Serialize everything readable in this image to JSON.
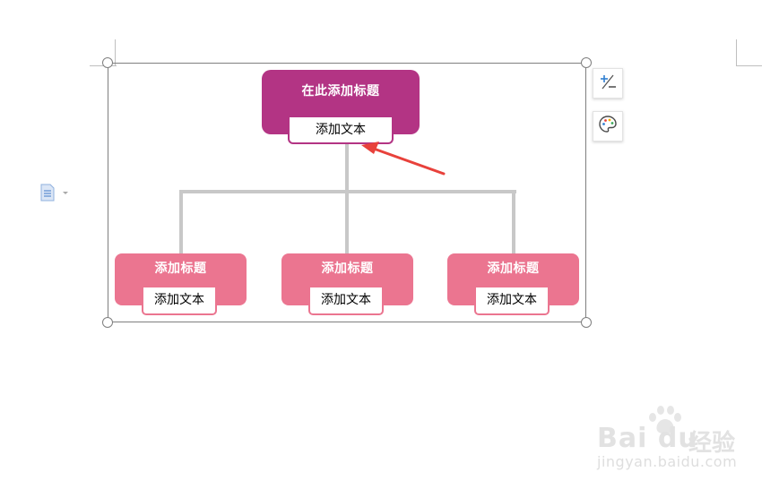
{
  "smartart": {
    "root": {
      "title": "在此添加标题",
      "text": "添加文本"
    },
    "children": [
      {
        "title": "添加标题",
        "text": "添加文本"
      },
      {
        "title": "添加标题",
        "text": "添加文本"
      },
      {
        "title": "添加标题",
        "text": "添加文本"
      }
    ]
  },
  "toolbar": {
    "layout_icon": "add-remove-shape-icon",
    "style_icon": "palette-icon"
  },
  "annotation": {
    "arrow_color": "#e8413b"
  },
  "colors": {
    "root_fill": "#b33484",
    "child_fill": "#eb7590",
    "connector": "#c8c8c8",
    "frame": "#7f7f7f"
  },
  "watermark": {
    "logo": "Bai du",
    "cn": "经验",
    "url": "jingyan.baidu.com"
  }
}
